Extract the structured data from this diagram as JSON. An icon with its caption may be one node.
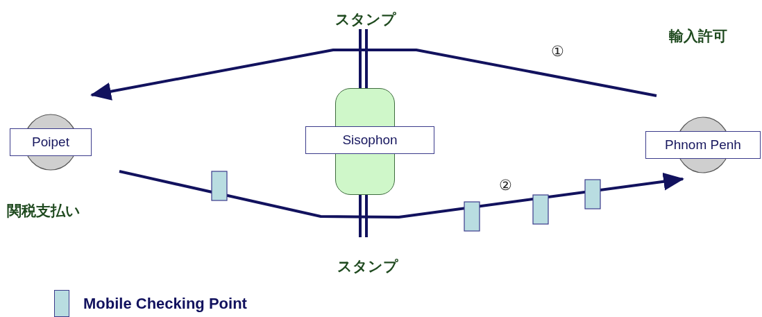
{
  "diagram": {
    "nodes": [
      {
        "text": [
          "Poipet"
        ]
      },
      {
        "text": [
          "Sisophon"
        ]
      },
      {
        "text": [
          "Phnom Penh"
        ]
      }
    ],
    "edges": [
      {
        "from": 2,
        "to": 0,
        "arrow": "to",
        "label": "①"
      },
      {
        "from": 0,
        "to": 2,
        "arrow": "to",
        "label": "②"
      }
    ],
    "labels": [
      "スタンプ",
      "輸入許可",
      "関税支払い",
      "スタンプ"
    ],
    "legend": [
      {
        "text": "Mobile Checking Point",
        "color": "#b9dde1"
      }
    ]
  }
}
